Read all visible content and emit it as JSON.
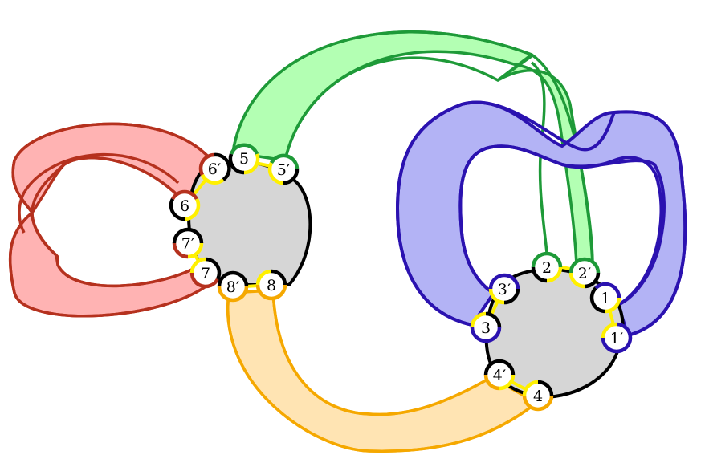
{
  "colors": {
    "red_stroke": "#B5311E",
    "red_fill": "#FFB3B3",
    "green_stroke": "#1E9A38",
    "green_fill": "#B3FFB3",
    "blue_stroke": "#2B12B0",
    "blue_fill": "#B3B3F5",
    "orange_stroke": "#F5A800",
    "orange_fill": "#FFE4B3",
    "vertex_fill": "#D6D6D6",
    "vertex_stroke": "#000000",
    "yellow_link": "#FFF000"
  },
  "left_vertex_labels": {
    "n6p": "6′",
    "n5": "5",
    "n5p": "5′",
    "n6": "6",
    "n7p": "7′",
    "n7": "7",
    "n8p": "8′",
    "n8": "8"
  },
  "right_vertex_labels": {
    "n2": "2",
    "n2p": "2′",
    "n3p": "3′",
    "n1": "1",
    "n3": "3",
    "n1p": "1′",
    "n4p": "4′",
    "n4": "4"
  }
}
